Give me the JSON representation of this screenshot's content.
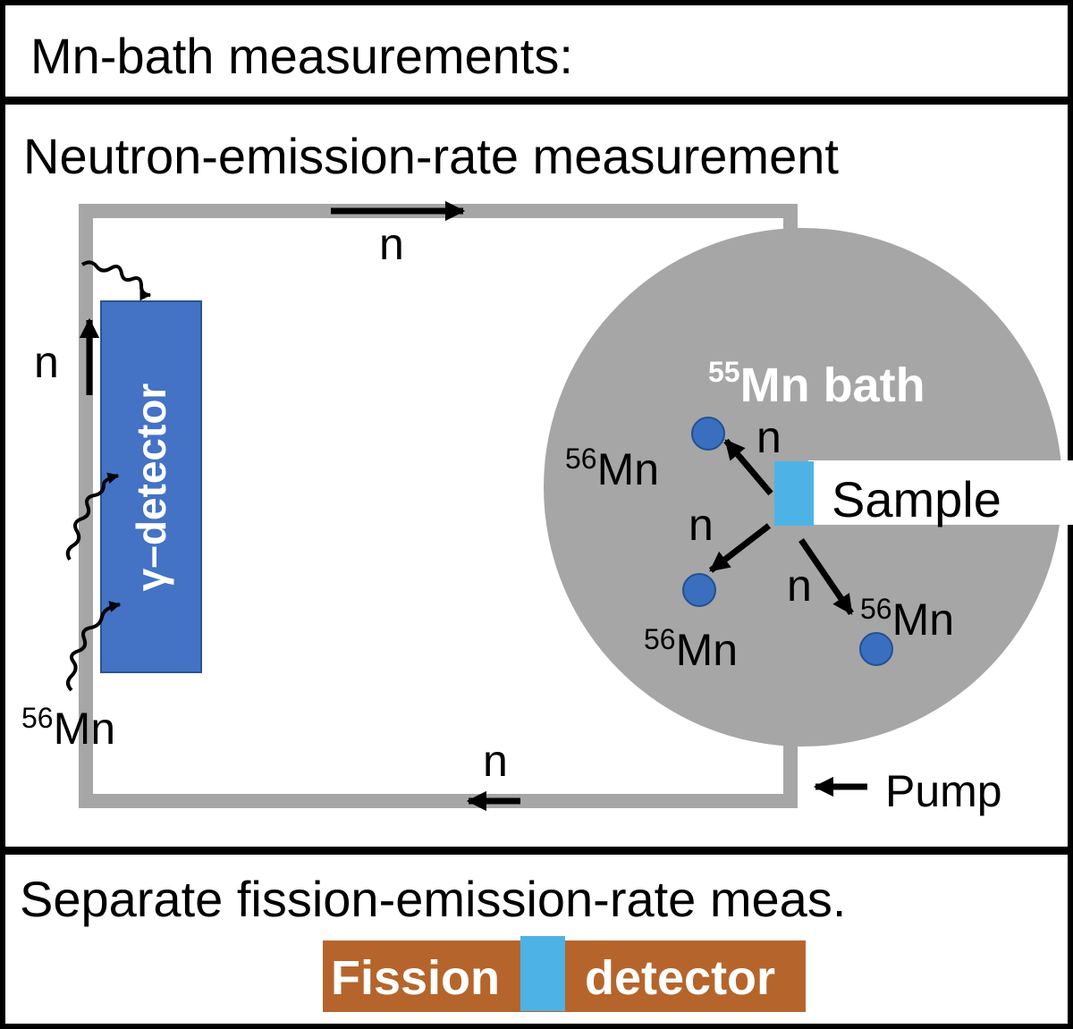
{
  "title": "Mn-bath measurements:",
  "neutron_section": {
    "heading": "Neutron-emission-rate measurement",
    "n_label": "n",
    "mn56_label": "Mn",
    "mn56_mass": "56",
    "bath_mass": "55",
    "bath_label": "Mn bath",
    "sample_label": "Sample",
    "pump_label": "Pump",
    "detector_label": "γ–detector"
  },
  "fission_section": {
    "heading": "Separate fission-emission-rate meas.",
    "left_label": "Fission",
    "right_label": "detector"
  },
  "colors": {
    "pipe": "#a6a6a6",
    "bath": "#a6a6a6",
    "detector": "#4472c4",
    "mn_atom": "#3a6fbf",
    "sample": "#4db3e6",
    "fission_detector": "#b5652b"
  }
}
